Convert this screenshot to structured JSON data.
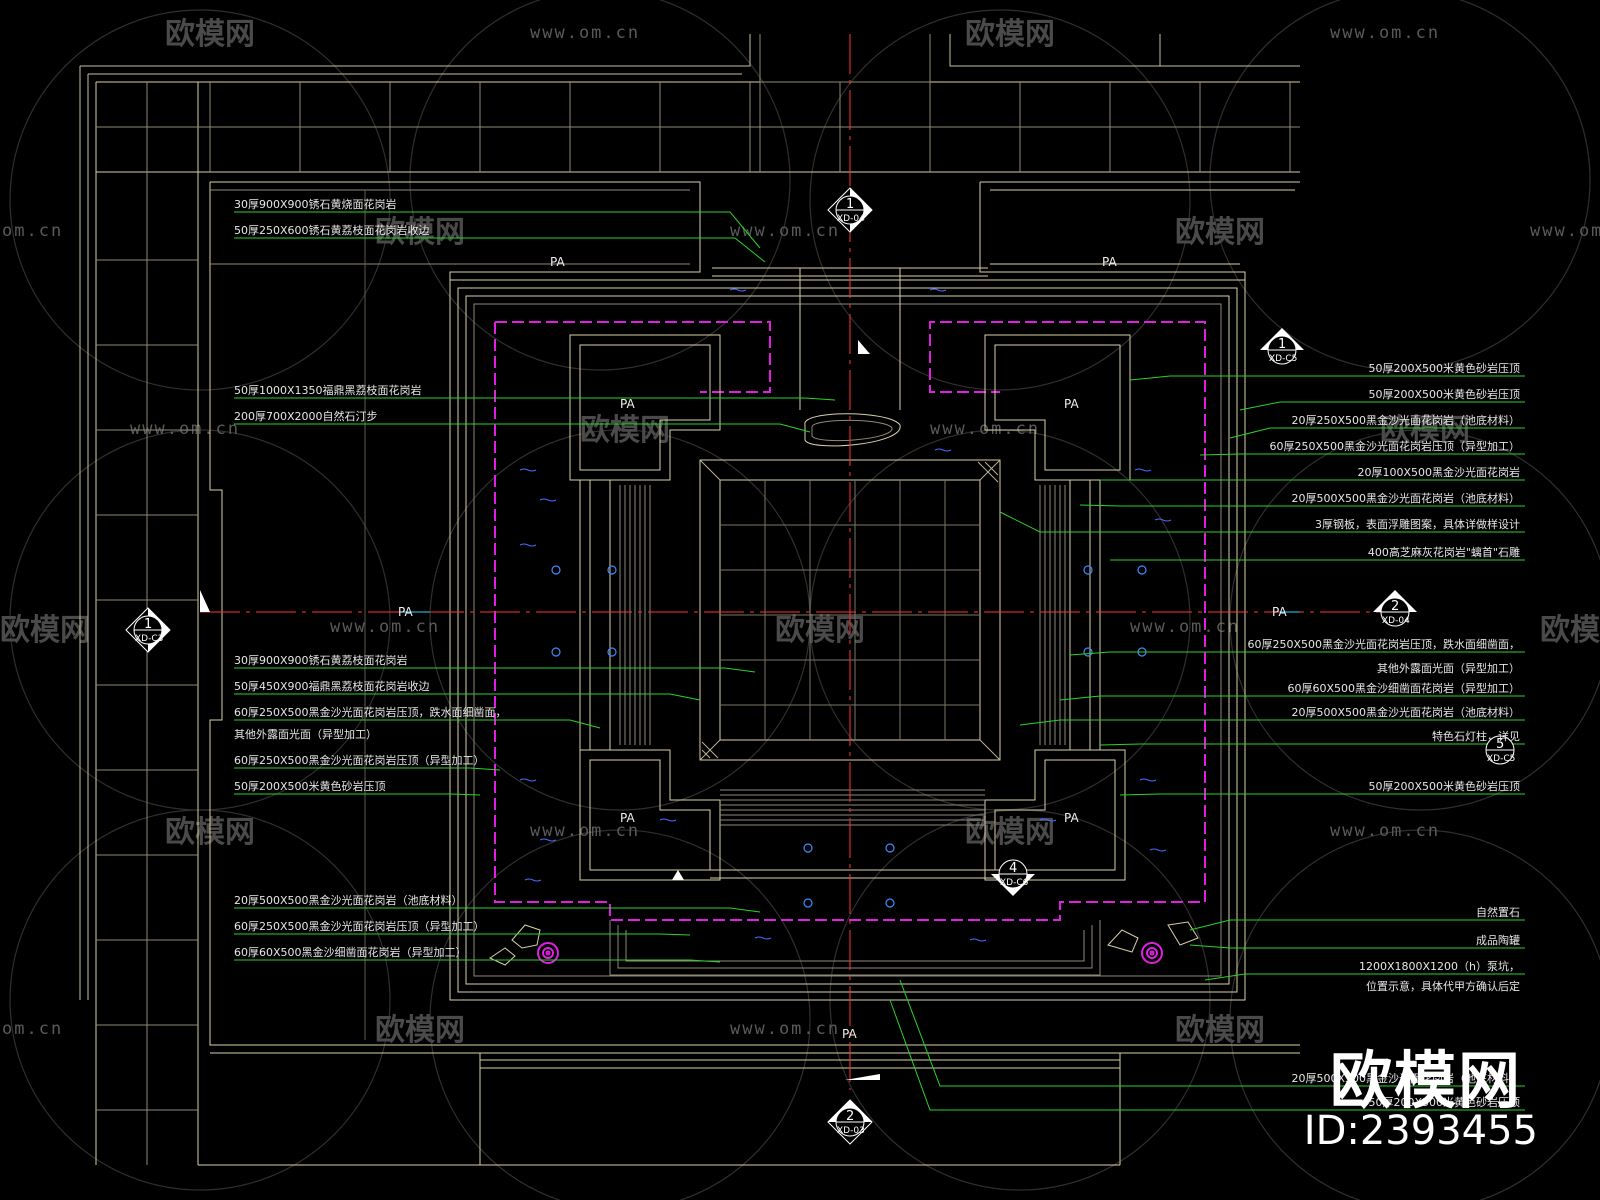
{
  "watermark": {
    "url": "www.om.cn",
    "url_short": "om.cn",
    "brand": "欧模网"
  },
  "brand_mark": {
    "name": "欧模网",
    "id": "ID:2393455"
  },
  "zone_code": "PA",
  "section_tags": {
    "top": {
      "num": "1",
      "ref": "XD-04"
    },
    "left": {
      "num": "1",
      "ref": "XD-C3"
    },
    "right_upper": {
      "num": "1",
      "ref": "XD-C5"
    },
    "right_mid": {
      "num": "2",
      "ref": "XD-04"
    },
    "right_lamp": {
      "num": "5",
      "ref": "XD-C5"
    },
    "bottom": {
      "num": "2",
      "ref": "XD-03"
    },
    "bottom_inner": {
      "num": "4",
      "ref": "XD-C6"
    }
  },
  "labels_left": [
    "30厚900X900锈石黄烧面花岗岩",
    "50厚250X600锈石黄荔枝面花岗岩收边",
    "50厚1000X1350福鼎黑荔枝面花岗岩",
    "200厚700X2000自然石汀步",
    "30厚900X900锈石黄荔枝面花岗岩",
    "50厚450X900福鼎黑荔枝面花岗岩收边",
    "60厚250X500黑金沙光面花岗岩压顶，跌水面细凿面，",
    "其他外露面光面（异型加工）",
    "60厚250X500黑金沙光面花岗岩压顶（异型加工）",
    "50厚200X500米黄色砂岩压顶",
    "20厚500X500黑金沙光面花岗岩（池底材料）",
    "60厚250X500黑金沙光面花岗岩压顶（异型加工）",
    "60厚60X500黑金沙细凿面花岗岩（异型加工）"
  ],
  "labels_right": [
    "50厚200X500米黄色砂岩压顶",
    "50厚200X500米黄色砂岩压顶",
    "20厚250X500黑金沙光面花岗岩（池底材料）",
    "60厚250X500黑金沙光面花岗岩压顶（异型加工）",
    "20厚100X500黑金沙光面花岗岩",
    "20厚500X500黑金沙光面花岗岩（池底材料）",
    "3厚钢板，表面浮雕图案，具体详做样设计",
    "400高芝麻灰花岗岩\"螭首\"石雕",
    "60厚250X500黑金沙光面花岗岩压顶，跌水面细凿面，",
    "其他外露面光面（异型加工）",
    "60厚60X500黑金沙细凿面花岗岩（异型加工）",
    "20厚500X500黑金沙光面花岗岩（池底材料）",
    "特色石灯柱，详见",
    "50厚200X500米黄色砂岩压顶",
    "自然置石",
    "成品陶罐",
    "1200X1800X1200（h）泵坑，",
    "位置示意，具体代甲方确认后定",
    "20厚500X500黑金沙光面花岗岩（池底材料）",
    "50厚200X500米黄色砂岩压顶"
  ]
}
